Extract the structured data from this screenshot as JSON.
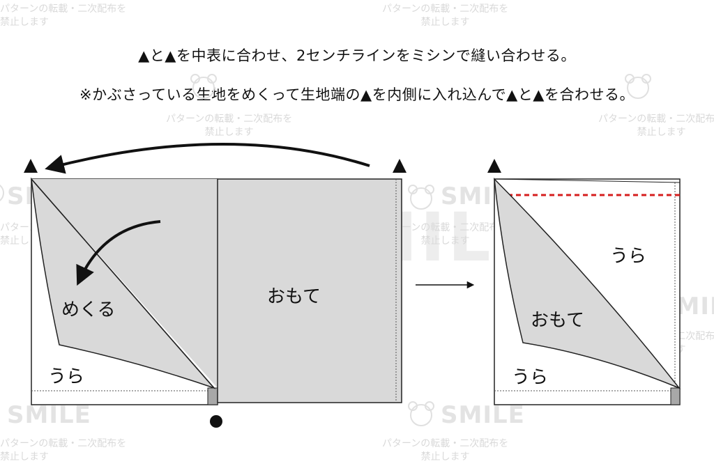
{
  "instructions": {
    "line1": "▲と▲を中表に合わせ、2センチラインをミシンで縫い合わせる。",
    "line2": "※かぶさっている生地をめくって生地端の▲を内側に入れ込んで▲と▲を合わせる。"
  },
  "watermark": {
    "text_line1": "パターンの転載・二次配布を",
    "text_line2": "禁止します",
    "logo": "SMILE"
  },
  "left_diagram": {
    "flap_label": "めくる",
    "back_label": "うら",
    "front_label": "おもて"
  },
  "right_diagram": {
    "back_label_top": "うら",
    "front_label": "おもて",
    "back_label_bottom": "うら"
  },
  "colors": {
    "fabric_front": "#d9d9d9",
    "fabric_back": "#ffffff",
    "stitch_line": "#d61e1e",
    "outline": "#222222"
  }
}
